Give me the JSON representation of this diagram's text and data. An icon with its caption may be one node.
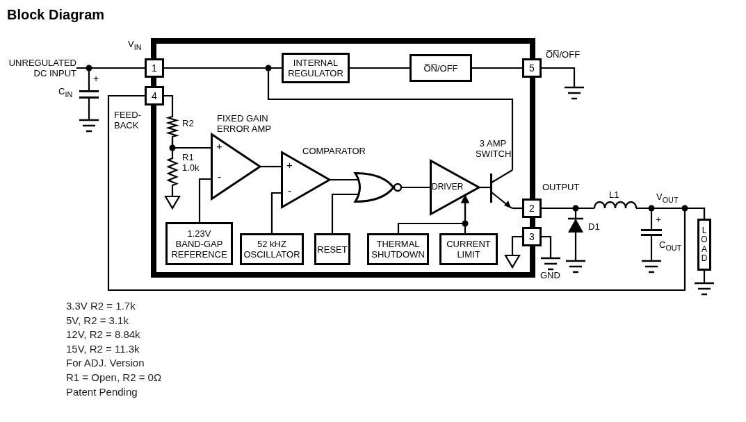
{
  "diagram": {
    "title": "Block Diagram",
    "nodes": [
      {
        "text": [],
        "shape": "box"
      },
      {
        "text": [
          "1"
        ],
        "beside": [
          "V$_{IN}$"
        ]
      },
      {
        "text": [
          "4"
        ],
        "beside": [
          "FEED- BACK"
        ]
      },
      {
        "text": [
          "5"
        ],
        "beside": [
          "O̅N̅/OFF"
        ]
      },
      {
        "text": [
          "2"
        ],
        "beside": [
          "OUTPUT"
        ]
      },
      {
        "text": [
          "3"
        ],
        "beside": [
          "GND"
        ]
      },
      {
        "text": [
          "INTERNAL REGULATOR"
        ],
        "in": 0
      },
      {
        "text": [
          "O̅N̅/OFF"
        ],
        "in": 0
      },
      {
        "text": [],
        "shape": "resistor",
        "beside": [
          "R2"
        ],
        "in": 0
      },
      {
        "text": [],
        "shape": "resistor",
        "beside": [
          "R1 1.0k"
        ],
        "in": 0
      },
      {
        "text": [
          "+",
          "-"
        ],
        "beside": [
          "FIXED GAIN ERROR AMP"
        ],
        "in": 0
      },
      {
        "text": [
          "+",
          "-"
        ],
        "beside": [
          "COMPARATOR"
        ],
        "in": 0
      },
      {
        "text": [],
        "shape": "gate",
        "in": 0
      },
      {
        "text": [
          "DRIVER"
        ],
        "in": 0
      },
      {
        "text": [],
        "shape": "transistor",
        "in": 0
      },
      {
        "text": [
          "1.23V BAND-GAP REFERENCE"
        ],
        "in": 0
      },
      {
        "text": [
          "52 kHZ OSCILLATOR"
        ],
        "in": 0
      },
      {
        "text": [
          "RESET"
        ],
        "in": 0
      },
      {
        "text": [
          "THERMAL SHUTDOWN"
        ],
        "in": 0
      },
      {
        "text": [
          "CURRENT LIMIT"
        ],
        "in": 0
      },
      {
        "text": [
          "UNREGULATED DC INPUT"
        ]
      },
      {
        "text": [],
        "shape": "capacitor",
        "beside": [
          "C$_{IN}$"
        ]
      },
      {
        "text": [],
        "shape": "diode",
        "beside": [
          "D1"
        ]
      },
      {
        "text": [],
        "shape": "inductor",
        "beside": [
          "L1"
        ]
      },
      {
        "text": [],
        "shape": "capacitor",
        "beside": [
          "C$_{OUT}$"
        ]
      },
      {
        "text": [
          "LOAD"
        ]
      }
    ],
    "edges": [
      {
        "from": 20,
        "to": 1,
        "arrow": "none"
      },
      {
        "from": 21,
        "to": 1,
        "arrow": "none"
      },
      {
        "from": 1,
        "to": 6,
        "arrow": "none"
      },
      {
        "from": 1,
        "to": 14,
        "arrow": "none"
      },
      {
        "from": 6,
        "to": 7,
        "arrow": "none"
      },
      {
        "from": 7,
        "to": 3,
        "arrow": "none"
      },
      {
        "from": 2,
        "to": 8,
        "arrow": "none"
      },
      {
        "from": 8,
        "to": 9,
        "arrow": "none"
      },
      {
        "from": 8,
        "to": 10,
        "arrow": "none"
      },
      {
        "from": 15,
        "to": 10,
        "arrow": "none"
      },
      {
        "from": 10,
        "to": 11,
        "arrow": "none"
      },
      {
        "from": 16,
        "to": 11,
        "arrow": "none"
      },
      {
        "from": 11,
        "to": 12,
        "arrow": "none"
      },
      {
        "from": 17,
        "to": 12,
        "arrow": "none"
      },
      {
        "from": 12,
        "to": 13,
        "arrow": "none"
      },
      {
        "from": 18,
        "to": 13,
        "arrow": "to"
      },
      {
        "from": 19,
        "to": 13,
        "arrow": "to"
      },
      {
        "from": 13,
        "to": 14,
        "arrow": "none"
      },
      {
        "from": 14,
        "to": 4,
        "arrow": "none"
      },
      {
        "from": 4,
        "to": 22,
        "arrow": "none"
      },
      {
        "from": 4,
        "to": 23,
        "arrow": "none"
      },
      {
        "from": 23,
        "to": 24,
        "arrow": "none"
      },
      {
        "from": 23,
        "to": 25,
        "arrow": "none"
      },
      {
        "from": 2,
        "to": 25,
        "arrow": "none"
      }
    ],
    "labels": [
      "3 AMP SWITCH",
      "+",
      "V$_{OUT}$",
      "+",
      "3.3V R2 = 1.7k",
      "5V, R2 = 3.1k",
      "12V, R2 = 8.84k",
      "15V, R2 = 11.3k",
      "For ADJ. Version",
      "R1 = Open, R2 = 0Ω",
      "Patent Pending"
    ]
  }
}
